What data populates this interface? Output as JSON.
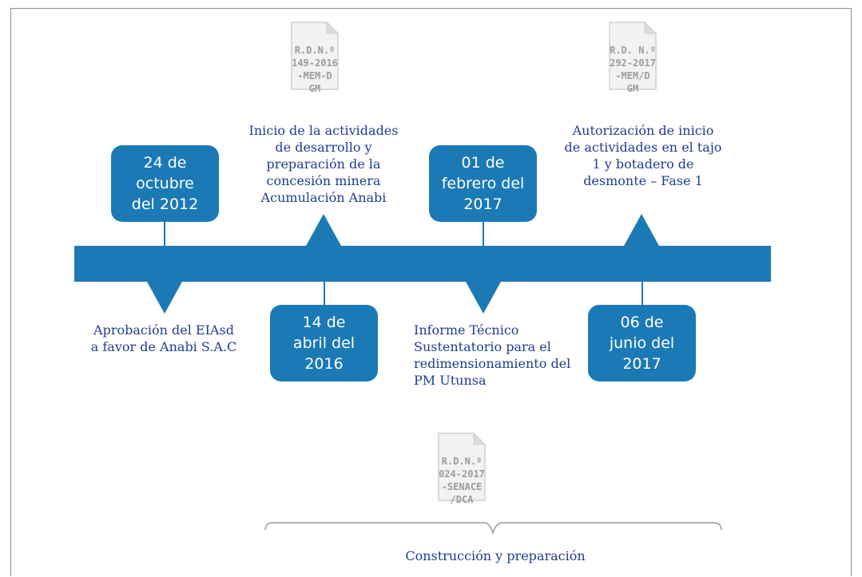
{
  "colors": {
    "timeline": "#1b7ab5",
    "label_text": "#1f3d8f",
    "doc_text": "#9c9c9c"
  },
  "events": {
    "e1": {
      "date": "24 de\noctubre\ndel 2012",
      "label": "Aprobación del EIAsd\na favor de Anabi S.A.C"
    },
    "e2": {
      "date": "14 de\nabril del\n2016",
      "label": "Inicio de la actividades\nde desarrollo y\npreparación de la\nconcesión minera\nAcumulación Anabi",
      "doc": "R.D.N.º\n149-2016\n-MEM-D\nGM"
    },
    "e3": {
      "date": "01 de\nfebrero del\n2017",
      "label": "Informe Técnico\nSustentatorio para el\nredimensionamiento del\nPM Utunsa",
      "doc": "R.D.N.º\n024-2017\n-SENACE\n/DCA"
    },
    "e4": {
      "date": "06 de\njunio del\n2017",
      "label": "Autorización de inicio\nde actividades en el tajo\n1 y botadero de\ndesmonte – Fase 1",
      "doc": "R.D. N.º\n292-2017\n-MEM/D\nGM"
    }
  },
  "bottom_label": "Construcción y preparación"
}
